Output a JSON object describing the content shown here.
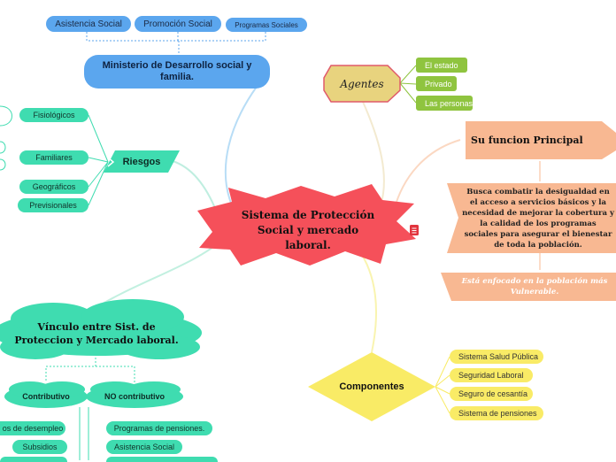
{
  "top_branch": {
    "title": "Ministerio de Desarrollo social y familia.",
    "items": [
      "Asistencia Social",
      "Promoción Social",
      "Programas Sociales"
    ]
  },
  "central": {
    "title": "Sistema de Protección Social  y mercado laboral."
  },
  "riesgos": {
    "title": "Riesgos",
    "items": [
      "Fisiológicos",
      "Familiares",
      "Geográficos",
      "Previsionales"
    ]
  },
  "agentes": {
    "title": "Agentes",
    "items": [
      "El estado",
      "Privado",
      "Las personas"
    ]
  },
  "funcion": {
    "title": "Su funcion Principal",
    "description": "Busca combatir la desigualdad en el acceso a servicios básicos y la necesidad de mejorar la cobertura y la calidad de los programas sociales para asegurar el bienestar de toda la población.",
    "note": "Está enfocado en la población más Vulnerable."
  },
  "componentes": {
    "title": "Componentes",
    "items": [
      "Sistema Salud Pública",
      "Seguridad Laboral",
      "Seguro de cesantía",
      "Sistema de pensiones"
    ]
  },
  "vinculo": {
    "title": "Vínculo entre Sist. de Proteccion y Mercado laboral.",
    "contributivo": {
      "title": "Contributivo",
      "items": [
        "os de desempleo",
        "Subsidios"
      ]
    },
    "no_contributivo": {
      "title": "NO contributivo",
      "items": [
        "Programas de pensiones.",
        "Asistencia Social"
      ]
    }
  },
  "colors": {
    "blue": "#5ba6ee",
    "teal": "#3fdcb0",
    "star": "#f5505a",
    "olive": "#8fc43f",
    "agentes": "#e8d37e",
    "salmon": "#f8b892",
    "yellow": "#f9eb66"
  }
}
